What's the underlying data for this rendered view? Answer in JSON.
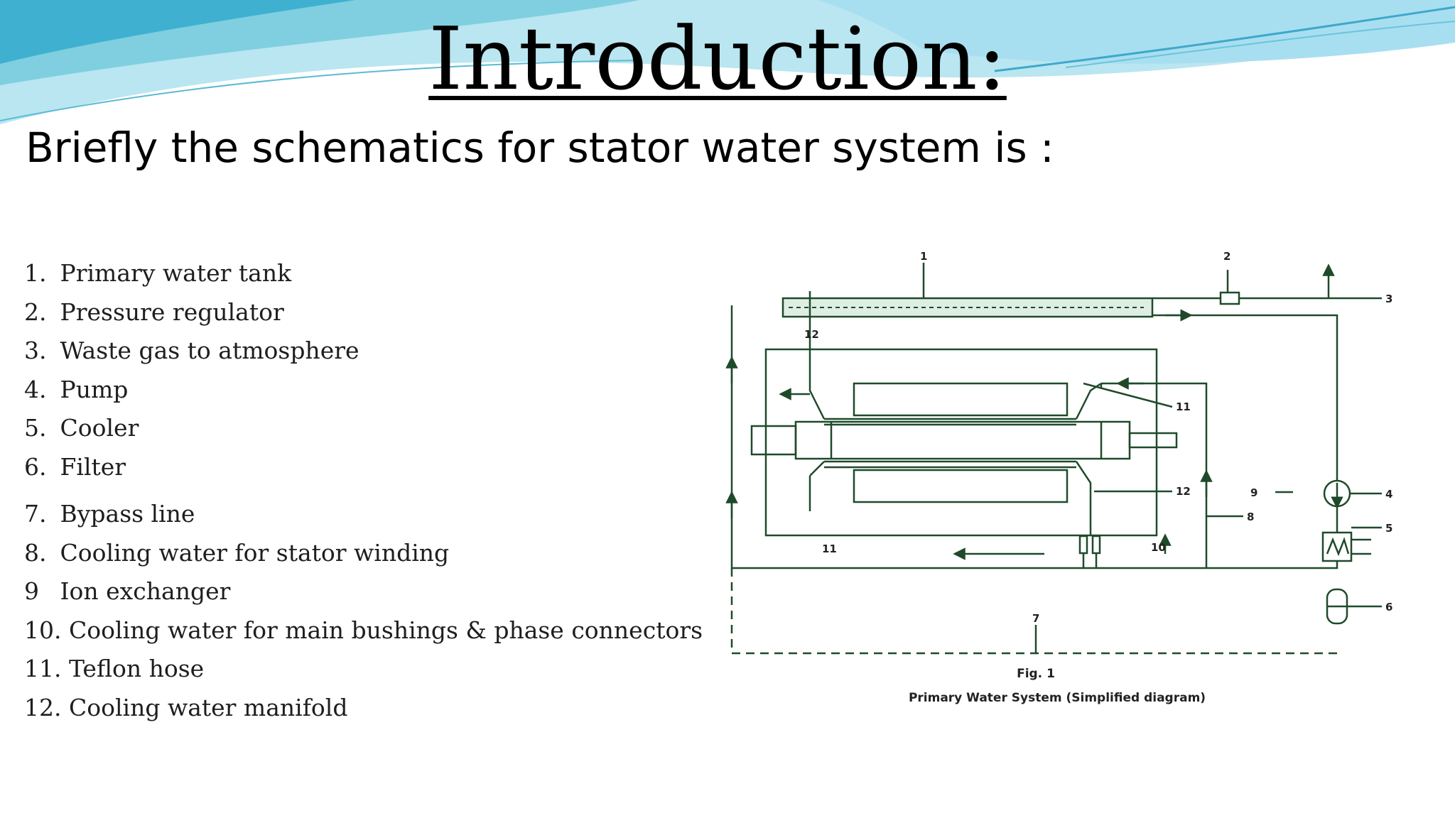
{
  "title": "Introduction:",
  "subtitle": "Briefly the schematics for stator water system is :",
  "legend": [
    {
      "num": "1.",
      "label": "Primary water tank"
    },
    {
      "num": "2.",
      "label": "Pressure regulator"
    },
    {
      "num": "3.",
      "label": "Waste gas to atmosphere"
    },
    {
      "num": "4.",
      "label": "Pump"
    },
    {
      "num": "5.",
      "label": "Cooler"
    },
    {
      "num": "6.",
      "label": "Filter"
    },
    {
      "num": "7.",
      "label": "Bypass line"
    },
    {
      "num": "8.",
      "label": "Cooling water for stator winding"
    },
    {
      "num": "9",
      "label": "Ion exchanger"
    },
    {
      "num": "10.",
      "label": "Cooling water for main bushings & phase connectors"
    },
    {
      "num": "11.",
      "label": "Teflon hose"
    },
    {
      "num": "12.",
      "label": "Cooling water manifold"
    }
  ],
  "diagram": {
    "callouts": {
      "n1": "1",
      "n2": "2",
      "n3": "3",
      "n4": "4",
      "n5": "5",
      "n6": "6",
      "n7": "7",
      "n8": "8",
      "n9": "9",
      "n10": "10",
      "n11": "11",
      "n12": "12"
    },
    "fig_label": "Fig. 1",
    "caption": "Primary Water System (Simplified diagram)"
  },
  "colors": {
    "wave_light": "#b9e6f0",
    "wave_mid": "#7fcfe0",
    "wave_dark": "#3fb0d0",
    "line": "#1f4a2a"
  }
}
